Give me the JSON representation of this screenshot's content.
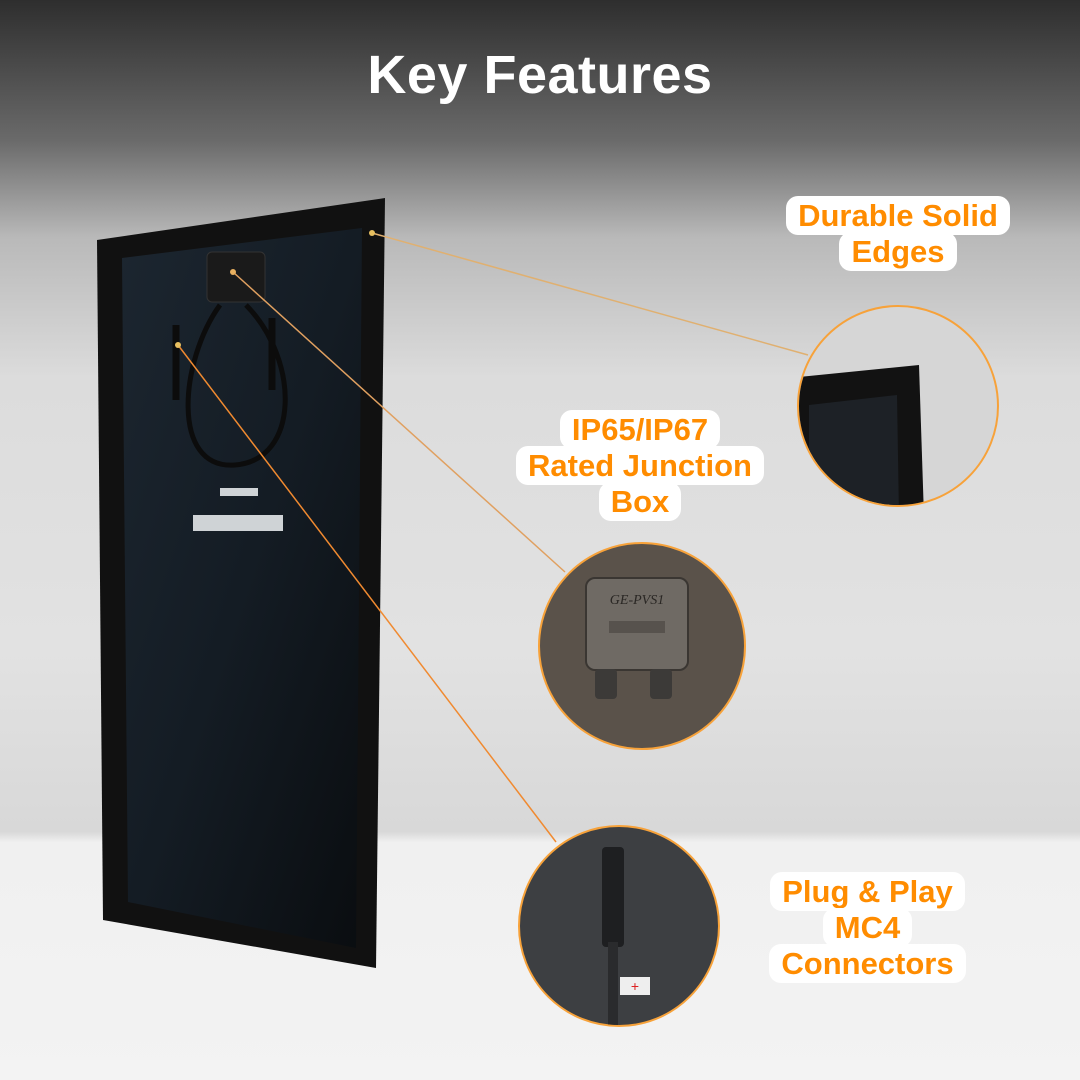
{
  "title": "Key Features",
  "features": [
    {
      "label_line1": "Durable Solid",
      "label_line2": "Edges"
    },
    {
      "label_line1": "IP65/IP67",
      "label_line2": "Rated Junction",
      "label_line3": "Box",
      "box_marking": "GE-PVS1"
    },
    {
      "label_line1": "Plug & Play",
      "label_line2": "MC4",
      "label_line3": "Connectors",
      "polarity_mark": "+"
    }
  ],
  "colors": {
    "accent": "#ff8c00",
    "leader_line": "#f0a050"
  }
}
